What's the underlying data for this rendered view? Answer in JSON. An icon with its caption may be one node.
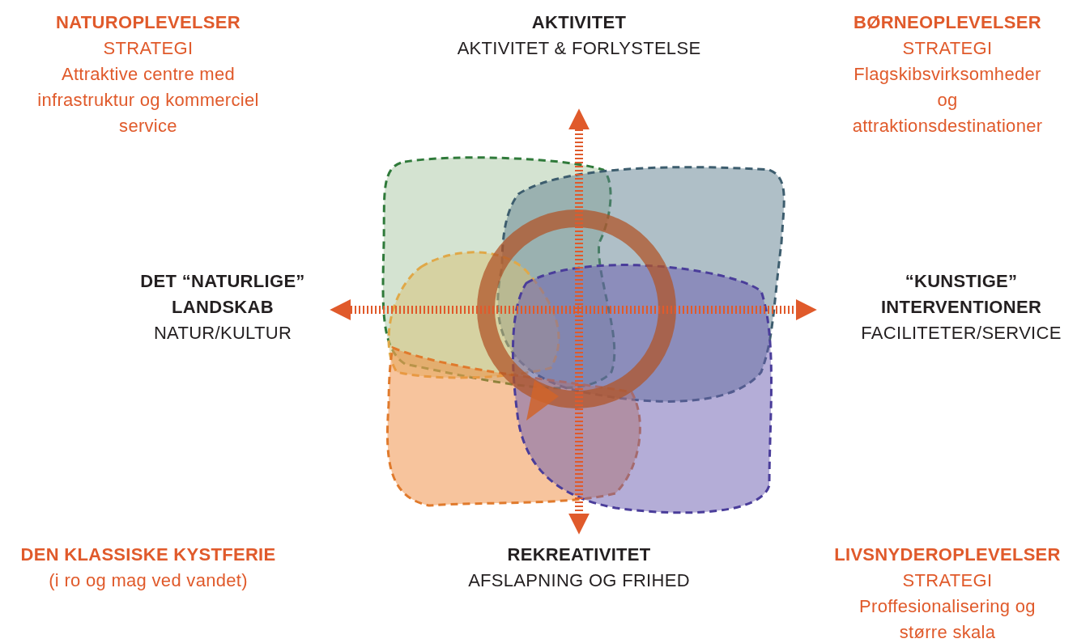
{
  "diagram": {
    "labels": [
      "NATUROPLEVELSER",
      "STRATEGI",
      "Attraktive centre med infrastruktur og kommerciel service",
      "AKTIVITET",
      "AKTIVITET & FORLYSTELSE",
      "BØRNEOPLEVELSER",
      "STRATEGI",
      "Flagskibsvirksomheder og attraktionsdestinationer",
      "DET “NATURLIGE” LANDSKAB",
      "NATUR/KULTUR",
      "“KUNSTIGE” INTERVENTIONER",
      "FACILITETER/SERVICE",
      "DEN KLASSISKE KYSTFERIE",
      "(i ro og mag ved vandet)",
      "REKREATIVITET",
      "AFSLAPNING OG FRIHED",
      "LIVSNYDEROPLEVELSER",
      "STRATEGI",
      "Proffesionalisering og større skala"
    ]
  }
}
